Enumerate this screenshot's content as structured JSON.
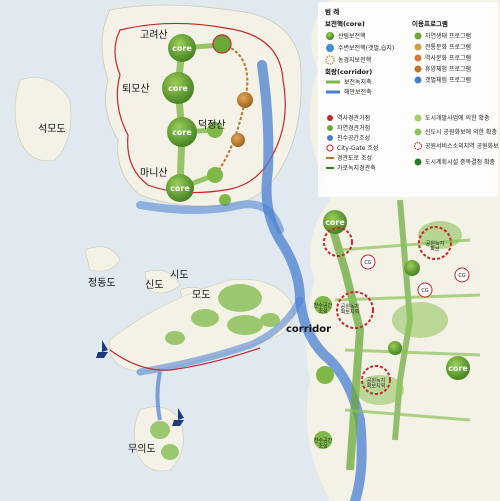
{
  "places": {
    "goryeosan": "고려산",
    "toesan": "퇴모산",
    "deokjeongsan": "덕정산",
    "manisan": "마니산",
    "seokmodo": "석모도",
    "jeongdongdo": "정동도",
    "sindo": "신도",
    "sido": "시도",
    "modo": "모도",
    "muuido": "무의도"
  },
  "core_label": "core",
  "corridor_label": "corridor",
  "city_gate_label": "CG",
  "annotations": {
    "green_axis_1": "공원녹지\n확보지역",
    "green_axis_2": "공원녹지\n확보지역",
    "green_axis_3": "공원녹지\n확보",
    "green_space_1": "천수공간\n조성",
    "green_space_2": "천수공간\n조성"
  },
  "legend": {
    "title": "범 례",
    "core_header": "보전핵(core)",
    "core_items": [
      "산림보전핵",
      "수변보전핵(갯벌,습지)",
      "농경지보전핵"
    ],
    "corridor_header": "회랑(corridor)",
    "corridor_items": [
      "보전녹지축",
      "해안보전축"
    ],
    "program_header": "이용프로그램",
    "program_items": [
      "자연생태 프로그램",
      "전통문화 프로그램",
      "역사문화 프로그램",
      "휴양체험 프로그램",
      "갯벌체험 프로그램"
    ],
    "lower_left": [
      "역사경관거점",
      "자연경관거점",
      "친수공간조성",
      "City-Gate 조성",
      "경관도로 조성",
      "가로녹지경관축"
    ],
    "lower_right": [
      "도시개발사업에 의한 확충",
      "신도시 공원화보에 의한 확충",
      "공원서비스소외지역 공원화보 에 의한 확충",
      "도시계획시설 중복결정 확충"
    ]
  },
  "colors": {
    "sea": "#dfe9ef",
    "land": "#f4f1e6",
    "green_dark": "#5e9a2e",
    "green_light": "#a6cf6a",
    "corridor_blue": "#4a7fd0",
    "red_boundary": "#c8262a",
    "brown_path": "#b7762d"
  }
}
